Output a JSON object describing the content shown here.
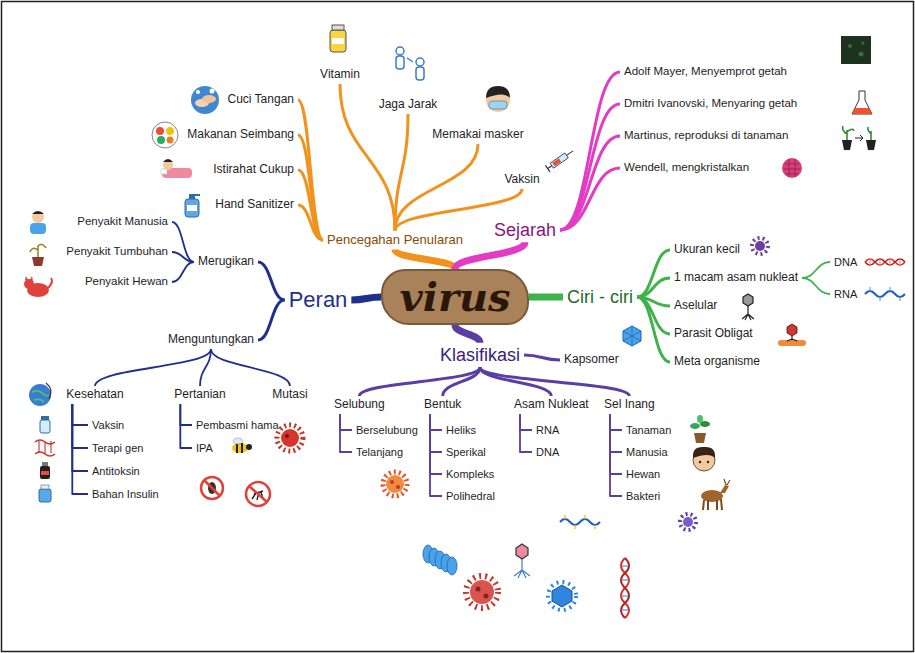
{
  "diagram": {
    "nodes": [
      {
        "text": [
          "virus"
        ]
      },
      {
        "text": [
          "Pencegahan Penularan"
        ]
      },
      {
        "text": [
          "Cuci Tangan"
        ]
      },
      {
        "text": [
          "Vitamin"
        ]
      },
      {
        "text": [
          "Jaga Jarak"
        ]
      },
      {
        "text": [
          "Memakai masker"
        ]
      },
      {
        "text": [
          "Vaksin"
        ]
      },
      {
        "text": [
          "Makanan Seimbang"
        ]
      },
      {
        "text": [
          "Istirahat Cukup"
        ]
      },
      {
        "text": [
          "Hand Sanitizer"
        ]
      },
      {
        "text": [
          "Sejarah"
        ]
      },
      {
        "text": [
          "Adolf Mayer, Menyemprot getah"
        ]
      },
      {
        "text": [
          "Dmitri Ivanovski, Menyaring getah"
        ]
      },
      {
        "text": [
          "Martinus, reproduksi di tanaman"
        ]
      },
      {
        "text": [
          "Wendell, mengkristalkan"
        ]
      },
      {
        "text": [
          "Ciri - ciri"
        ]
      },
      {
        "text": [
          "Ukuran kecil"
        ]
      },
      {
        "text": [
          "1 macam asam nukleat"
        ]
      },
      {
        "text": [
          "DNA"
        ]
      },
      {
        "text": [
          "RNA"
        ]
      },
      {
        "text": [
          "Aselular"
        ]
      },
      {
        "text": [
          "Parasit Obligat"
        ]
      },
      {
        "text": [
          "Meta organisme"
        ]
      },
      {
        "text": [
          "Klasifikasi"
        ]
      },
      {
        "text": [
          "Kapsomer"
        ]
      },
      {
        "text": [
          "Sel Inang"
        ]
      },
      {
        "text": [
          "Tanaman"
        ]
      },
      {
        "text": [
          "Manusia"
        ]
      },
      {
        "text": [
          "Hewan"
        ]
      },
      {
        "text": [
          "Bakteri"
        ]
      },
      {
        "text": [
          "Asam Nukleat"
        ]
      },
      {
        "text": [
          "RNA"
        ]
      },
      {
        "text": [
          "DNA"
        ]
      },
      {
        "text": [
          "Bentuk"
        ]
      },
      {
        "text": [
          "Heliks"
        ]
      },
      {
        "text": [
          "Sperikal"
        ]
      },
      {
        "text": [
          "Kompleks"
        ]
      },
      {
        "text": [
          "Polihedral"
        ]
      },
      {
        "text": [
          "Selubung"
        ]
      },
      {
        "text": [
          "Berselubung"
        ]
      },
      {
        "text": [
          "Telanjang"
        ]
      },
      {
        "text": [
          "Peran"
        ]
      },
      {
        "text": [
          "Merugikan"
        ]
      },
      {
        "text": [
          "Penyakit Manusia"
        ]
      },
      {
        "text": [
          "Penyakit Tumbuhan"
        ]
      },
      {
        "text": [
          "Penyakit Hewan"
        ]
      },
      {
        "text": [
          "Menguntungkan"
        ]
      },
      {
        "text": [
          "Kesehatan"
        ]
      },
      {
        "text": [
          "Vaksin"
        ]
      },
      {
        "text": [
          "Terapi gen"
        ]
      },
      {
        "text": [
          "Antitoksin"
        ]
      },
      {
        "text": [
          "Bahan Insulin"
        ]
      },
      {
        "text": [
          "Mutasi"
        ]
      },
      {
        "text": [
          "Pertanian"
        ]
      },
      {
        "text": [
          "Pembasmi hama"
        ]
      },
      {
        "text": [
          "IPA"
        ]
      }
    ],
    "edges": [
      {
        "from": 0,
        "to": 1,
        "arrow": "none"
      },
      {
        "from": 1,
        "to": 2,
        "arrow": "none"
      },
      {
        "from": 1,
        "to": 3,
        "arrow": "none"
      },
      {
        "from": 1,
        "to": 4,
        "arrow": "none"
      },
      {
        "from": 1,
        "to": 5,
        "arrow": "none"
      },
      {
        "from": 1,
        "to": 6,
        "arrow": "none"
      },
      {
        "from": 1,
        "to": 7,
        "arrow": "none"
      },
      {
        "from": 1,
        "to": 8,
        "arrow": "none"
      },
      {
        "from": 1,
        "to": 9,
        "arrow": "none"
      },
      {
        "from": 0,
        "to": 10,
        "arrow": "none"
      },
      {
        "from": 10,
        "to": 11,
        "arrow": "none"
      },
      {
        "from": 10,
        "to": 12,
        "arrow": "none"
      },
      {
        "from": 10,
        "to": 13,
        "arrow": "none"
      },
      {
        "from": 10,
        "to": 14,
        "arrow": "none"
      },
      {
        "from": 0,
        "to": 15,
        "arrow": "none"
      },
      {
        "from": 15,
        "to": 16,
        "arrow": "none"
      },
      {
        "from": 15,
        "to": 17,
        "arrow": "none"
      },
      {
        "from": 17,
        "to": 18,
        "arrow": "none"
      },
      {
        "from": 17,
        "to": 19,
        "arrow": "none"
      },
      {
        "from": 15,
        "to": 20,
        "arrow": "none"
      },
      {
        "from": 15,
        "to": 21,
        "arrow": "none"
      },
      {
        "from": 15,
        "to": 22,
        "arrow": "none"
      },
      {
        "from": 0,
        "to": 23,
        "arrow": "none"
      },
      {
        "from": 23,
        "to": 24,
        "arrow": "none"
      },
      {
        "from": 23,
        "to": 25,
        "arrow": "none"
      },
      {
        "from": 25,
        "to": 26,
        "arrow": "none"
      },
      {
        "from": 25,
        "to": 27,
        "arrow": "none"
      },
      {
        "from": 25,
        "to": 28,
        "arrow": "none"
      },
      {
        "from": 25,
        "to": 29,
        "arrow": "none"
      },
      {
        "from": 23,
        "to": 30,
        "arrow": "none"
      },
      {
        "from": 30,
        "to": 31,
        "arrow": "none"
      },
      {
        "from": 30,
        "to": 32,
        "arrow": "none"
      },
      {
        "from": 23,
        "to": 33,
        "arrow": "none"
      },
      {
        "from": 33,
        "to": 34,
        "arrow": "none"
      },
      {
        "from": 33,
        "to": 35,
        "arrow": "none"
      },
      {
        "from": 33,
        "to": 36,
        "arrow": "none"
      },
      {
        "from": 33,
        "to": 37,
        "arrow": "none"
      },
      {
        "from": 23,
        "to": 38,
        "arrow": "none"
      },
      {
        "from": 38,
        "to": 39,
        "arrow": "none"
      },
      {
        "from": 38,
        "to": 40,
        "arrow": "none"
      },
      {
        "from": 0,
        "to": 41,
        "arrow": "none"
      },
      {
        "from": 41,
        "to": 42,
        "arrow": "none"
      },
      {
        "from": 42,
        "to": 43,
        "arrow": "none"
      },
      {
        "from": 42,
        "to": 44,
        "arrow": "none"
      },
      {
        "from": 42,
        "to": 45,
        "arrow": "none"
      },
      {
        "from": 41,
        "to": 46,
        "arrow": "none"
      },
      {
        "from": 46,
        "to": 47,
        "arrow": "none"
      },
      {
        "from": 47,
        "to": 48,
        "arrow": "none"
      },
      {
        "from": 47,
        "to": 49,
        "arrow": "none"
      },
      {
        "from": 47,
        "to": 50,
        "arrow": "none"
      },
      {
        "from": 47,
        "to": 51,
        "arrow": "none"
      },
      {
        "from": 46,
        "to": 52,
        "arrow": "none"
      },
      {
        "from": 46,
        "to": 53,
        "arrow": "none"
      },
      {
        "from": 53,
        "to": 54,
        "arrow": "none"
      },
      {
        "from": 53,
        "to": 55,
        "arrow": "none"
      }
    ]
  }
}
